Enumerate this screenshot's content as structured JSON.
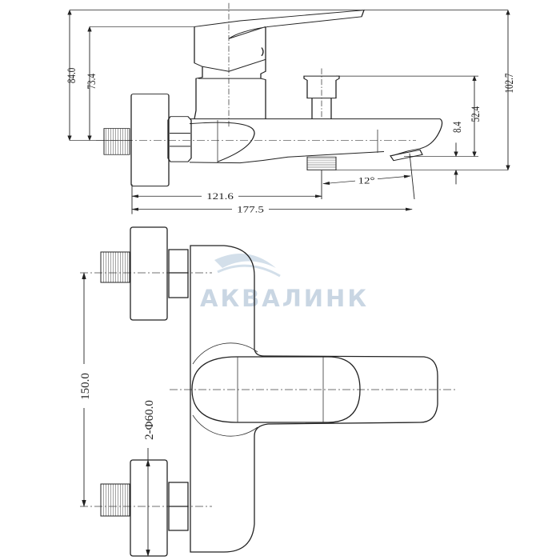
{
  "watermark": {
    "text": "АКВАЛИНК",
    "color": "#c9d6e3"
  },
  "side_view": {
    "dimensions": {
      "height_to_lever_top": "84.0",
      "height_to_cartridge_top": "73.4",
      "overall_height": "102.7",
      "diverter_height": "52.4",
      "spout_offset": "8.4",
      "spout_angle": "12°",
      "outlet_projection": "121.6",
      "spout_projection": "177.5"
    }
  },
  "front_view": {
    "dimensions": {
      "inlet_centers": "150.0",
      "flange_diameter": "2-Φ60.0"
    }
  }
}
